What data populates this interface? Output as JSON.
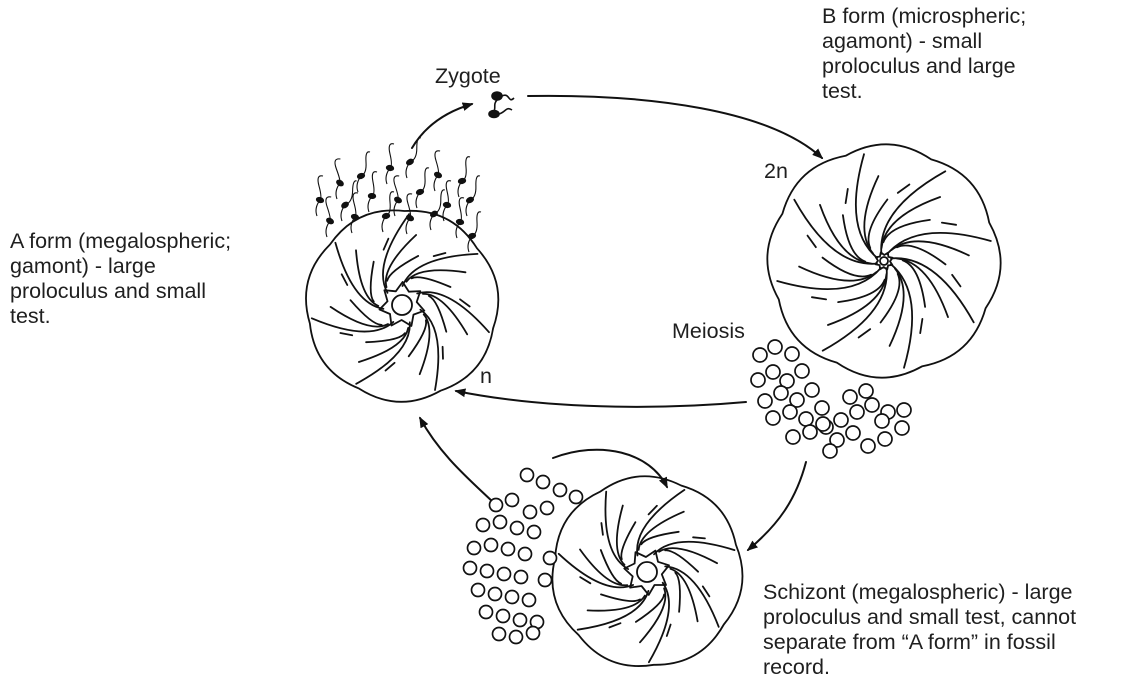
{
  "labels": {
    "zygote": "Zygote",
    "ploidy_2n": "2n",
    "ploidy_n": "n",
    "meiosis": "Meiosis"
  },
  "descriptions": {
    "b_form": [
      "B form (microspheric;",
      "agamont) - small",
      "proloculus and large",
      "test."
    ],
    "a_form": [
      "A form (megalospheric;",
      "gamont) - large",
      "proloculus and small",
      "test."
    ],
    "schizont": [
      "Schizont (megalospheric) - large",
      "proloculus and small test, cannot",
      "separate from “A form” in fossil",
      "record."
    ]
  }
}
